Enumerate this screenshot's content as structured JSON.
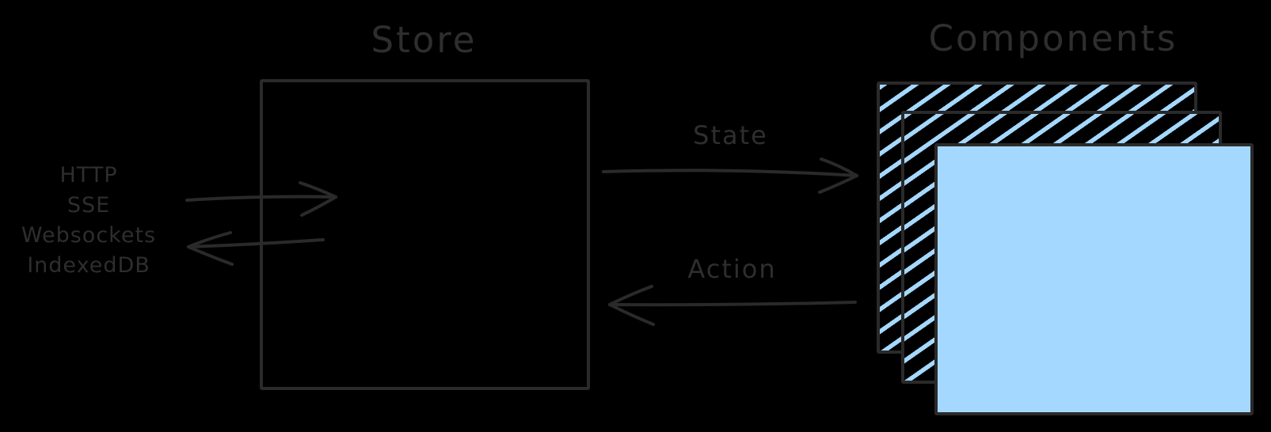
{
  "palette": {
    "background": "#000000",
    "stroke": "#2a2a2a",
    "text": "#2e2e2e",
    "accent_blue": "#a5d8ff"
  },
  "store": {
    "title": "Store"
  },
  "components": {
    "title": "Components",
    "layer_count": 3
  },
  "flows": {
    "state_label": "State",
    "action_label": "Action"
  },
  "data_sources": {
    "items": [
      "HTTP",
      "SSE",
      "Websockets",
      "IndexedDB"
    ]
  }
}
